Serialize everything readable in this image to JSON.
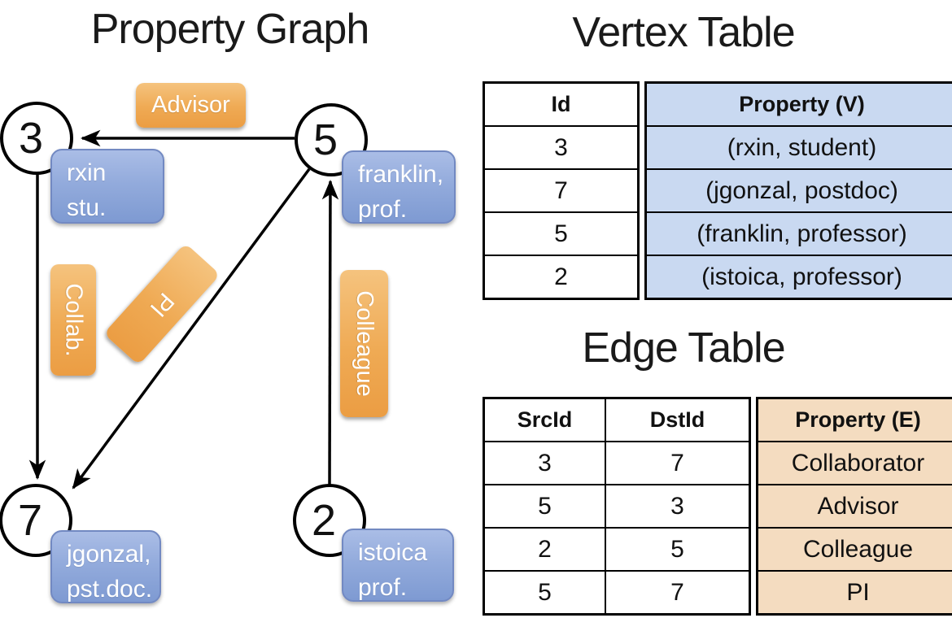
{
  "graph": {
    "title": "Property Graph",
    "nodes": [
      {
        "id": "3",
        "property_lines": [
          "rxin",
          "stu."
        ]
      },
      {
        "id": "5",
        "property_lines": [
          "franklin,",
          "prof."
        ]
      },
      {
        "id": "7",
        "property_lines": [
          "jgonzal,",
          "pst.doc."
        ]
      },
      {
        "id": "2",
        "property_lines": [
          "istoica",
          "prof."
        ]
      }
    ],
    "edges": [
      {
        "label": "Advisor",
        "from": "5",
        "to": "3"
      },
      {
        "label": "Collab.",
        "from": "3",
        "to": "7"
      },
      {
        "label": "PI",
        "from": "5",
        "to": "7"
      },
      {
        "label": "Colleague",
        "from": "2",
        "to": "5"
      }
    ]
  },
  "vertex_table": {
    "title": "Vertex Table",
    "columns": [
      "Id",
      "Property (V)"
    ],
    "rows": [
      [
        "3",
        "(rxin, student)"
      ],
      [
        "7",
        "(jgonzal, postdoc)"
      ],
      [
        "5",
        "(franklin, professor)"
      ],
      [
        "2",
        "(istoica, professor)"
      ]
    ]
  },
  "edge_table": {
    "title": "Edge Table",
    "columns": [
      "SrcId",
      "DstId",
      "Property (E)"
    ],
    "rows": [
      [
        "3",
        "7",
        "Collaborator"
      ],
      [
        "5",
        "3",
        "Advisor"
      ],
      [
        "2",
        "5",
        "Colleague"
      ],
      [
        "5",
        "7",
        "PI"
      ]
    ]
  },
  "colors": {
    "edge_label_orange": "#EFAA54",
    "vertex_box_blue": "#8FA9DA",
    "vertex_table_fill": "#C9D9F1",
    "edge_table_fill": "#F4DCC0",
    "line_black": "#000000",
    "background": "#FFFFFF"
  }
}
